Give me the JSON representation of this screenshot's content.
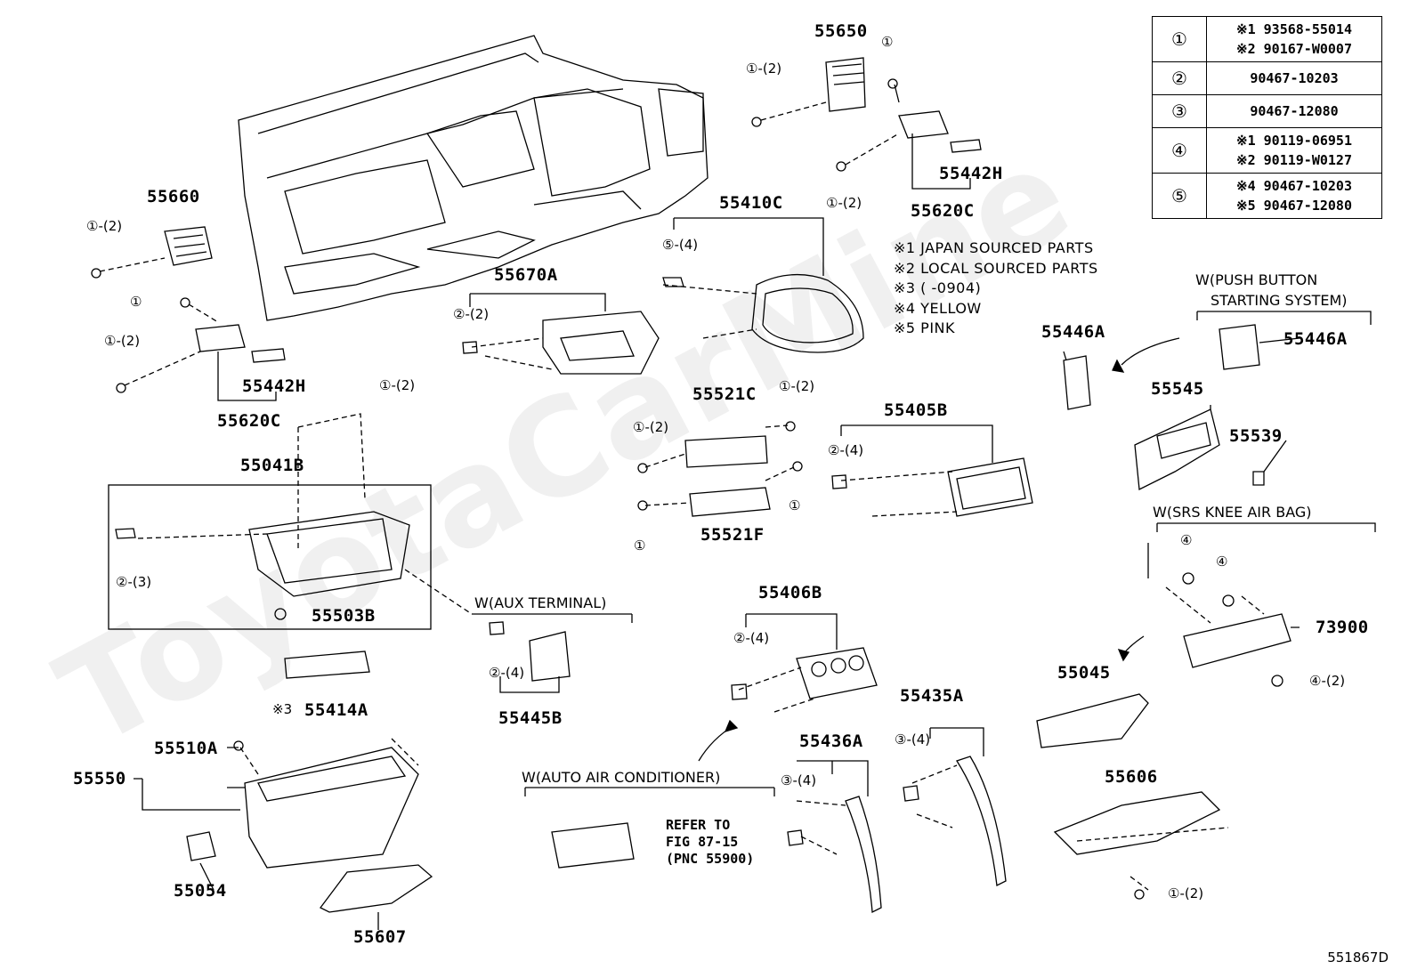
{
  "watermark": "ToyotaCarMine",
  "legend": [
    {
      "no": "①",
      "lines": [
        "※1  93568-55014",
        "※2  90167-W0007"
      ]
    },
    {
      "no": "②",
      "lines": [
        "90467-10203"
      ]
    },
    {
      "no": "③",
      "lines": [
        "90467-12080"
      ]
    },
    {
      "no": "④",
      "lines": [
        "※1  90119-06951",
        "※2  90119-W0127"
      ]
    },
    {
      "no": "⑤",
      "lines": [
        "※4  90467-10203",
        "※5  90467-12080"
      ]
    }
  ],
  "notes": [
    "※1 JAPAN SOURCED PARTS",
    "※2 LOCAL SOURCED PARTS",
    "※3 (      -0904)",
    "※4 YELLOW",
    "※5 PINK"
  ],
  "labels": {
    "p55650": "55650",
    "p55660": "55660",
    "p55442h_l": "55442H",
    "p55620c_l": "55620C",
    "p55442h_r": "55442H",
    "p55620c_r": "55620C",
    "p55410c": "55410C",
    "p55670a": "55670A",
    "p55521c": "55521C",
    "p55521f": "55521F",
    "p55405b": "55405B",
    "p55041b": "55041B",
    "p55503b": "55503B",
    "p55414a": "55414A",
    "p55414a_note": "※3",
    "p55445b": "55445B",
    "p55406b": "55406B",
    "p55435a": "55435A",
    "p55436a": "55436A",
    "p55510a": "55510A",
    "p55550": "55550",
    "p55054": "55054",
    "p55607": "55607",
    "p55446a_l": "55446A",
    "p55446a_r": "55446A",
    "p55545": "55545",
    "p55539": "55539",
    "p73900": "73900",
    "p55045": "55045",
    "p55606": "55606"
  },
  "callouts": {
    "c1": "①-(2)",
    "c2": "①",
    "c3": "①-(2)",
    "c4": "①",
    "c5": "①-(2)",
    "c6": "①-(2)",
    "c7": "①",
    "c8": "①-(2)",
    "c9": "⑤-(4)",
    "c10": "②-(2)",
    "c11": "①-(2)",
    "c12": "①-(2)",
    "c13": "①",
    "c14": "①",
    "c15": "①-(2)",
    "c16": "②-(4)",
    "c17": "②-(3)",
    "c18": "②-(4)",
    "c19": "②-(4)",
    "c20": "③-(4)",
    "c21": "③-(4)",
    "c22": "④",
    "c23": "④",
    "c24": "④-(2)",
    "c25": "①-(2)"
  },
  "conditions": {
    "push_button": "W(PUSH BUTTON",
    "push_button2": "STARTING SYSTEM)",
    "knee_airbag": "W(SRS KNEE AIR BAG)",
    "aux": "W(AUX TERMINAL)",
    "auto_ac": "W(AUTO AIR CONDITIONER)"
  },
  "refer": "REFER TO\nFIG 87-15\n(PNC 55900)",
  "figure_code": "551867D"
}
